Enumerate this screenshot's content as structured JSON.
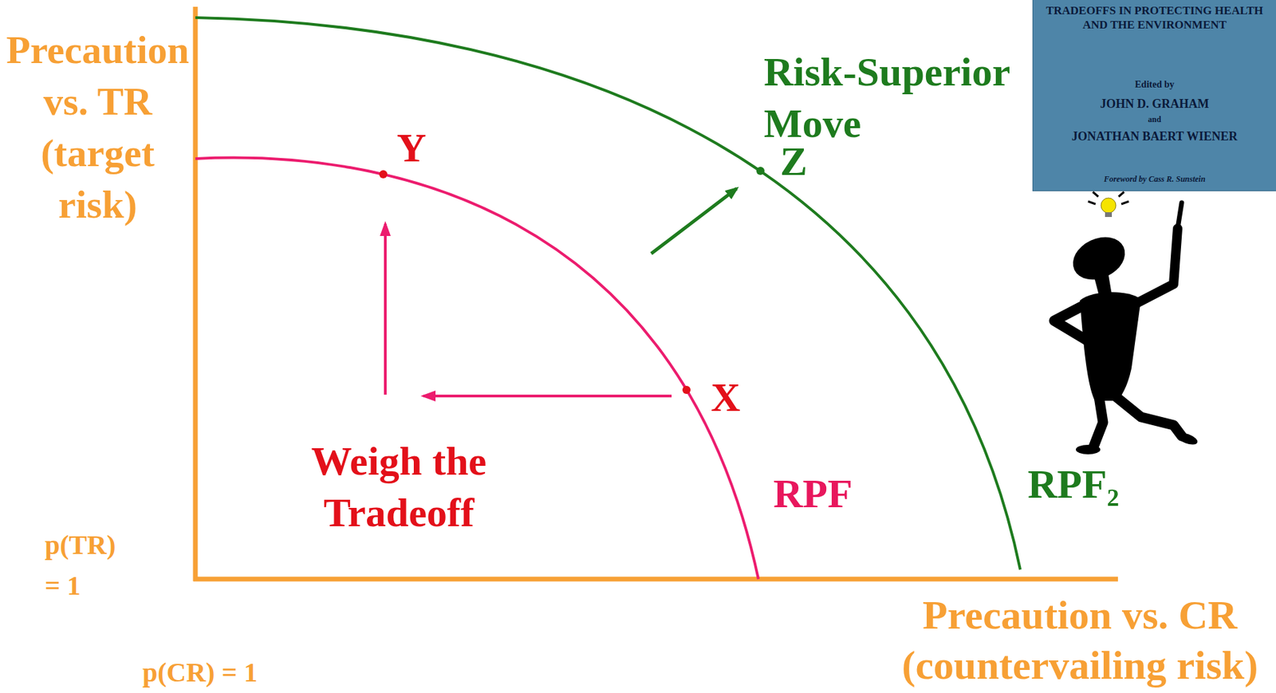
{
  "diagram": {
    "nodes": [
      {
        "text": [
          "TRADEOFFS IN PROTECTING HEALTH AND THE ENVIRONMENT",
          "Edited by",
          "JOHN D. GRAHAM",
          "and",
          "JONATHAN BAERT WIENER",
          "Foreword by Cass R. Sunstein"
        ]
      }
    ],
    "labels": [
      "Precaution vs. TR (target risk)",
      "Risk-Superior Move",
      "Y",
      "Z",
      "X",
      "Weigh the Tradeoff",
      "RPF",
      "RPF₂",
      "p(TR) = 1",
      "p(CR) = 1",
      "Precaution vs. CR (countervailing risk)"
    ]
  }
}
